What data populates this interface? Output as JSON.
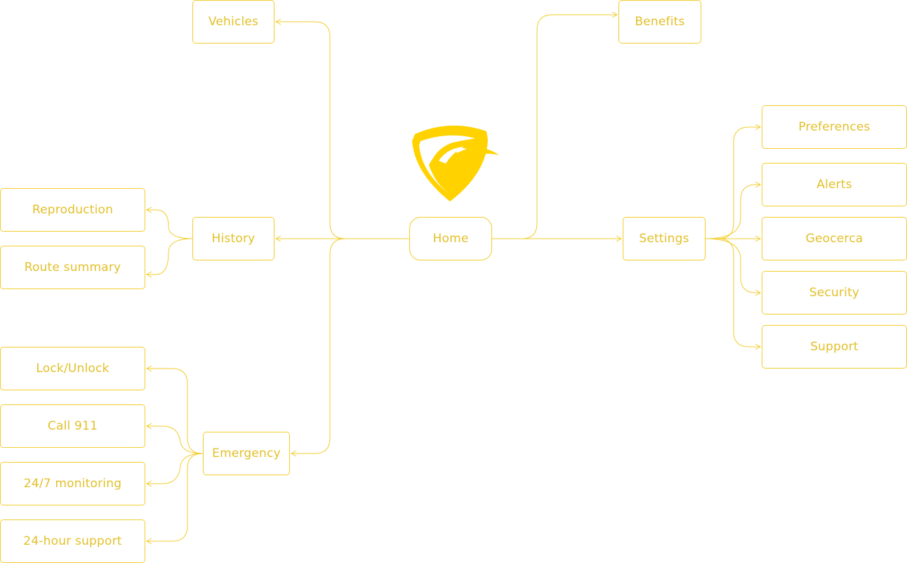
{
  "colors": {
    "accent": "#F2CD2E",
    "text": "#E3C02A",
    "logo": "#FFD200",
    "background": "#FFFFFF"
  },
  "logo": {
    "icon": "eagle-shield-icon"
  },
  "nodes": {
    "home": "Home",
    "vehicles": "Vehicles",
    "benefits": "Benefits",
    "history": "History",
    "reproduction": "Reproduction",
    "route_summary": "Route summary",
    "emergency": "Emergency",
    "lock_unlock": "Lock/Unlock",
    "call_911": "Call 911",
    "monitoring": "24/7 monitoring",
    "support_24h": "24-hour support",
    "settings": "Settings",
    "preferences": "Preferences",
    "alerts": "Alerts",
    "geocerca": "Geocerca",
    "security": "Security",
    "support": "Support"
  }
}
